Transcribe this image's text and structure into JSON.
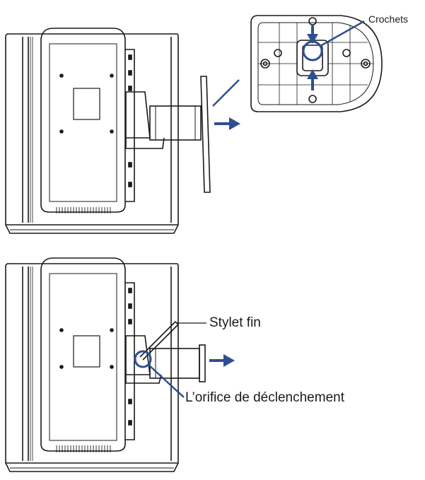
{
  "labels": {
    "hooks": "Crochets",
    "thin_stylus": "Stylet fin",
    "release_hole": "L’orifice de déclenchement"
  },
  "colors": {
    "line": "#1a1a1a",
    "accent": "#2e4f8f",
    "background": "#ffffff"
  },
  "icons": {
    "arrow": "arrow-right-icon"
  }
}
